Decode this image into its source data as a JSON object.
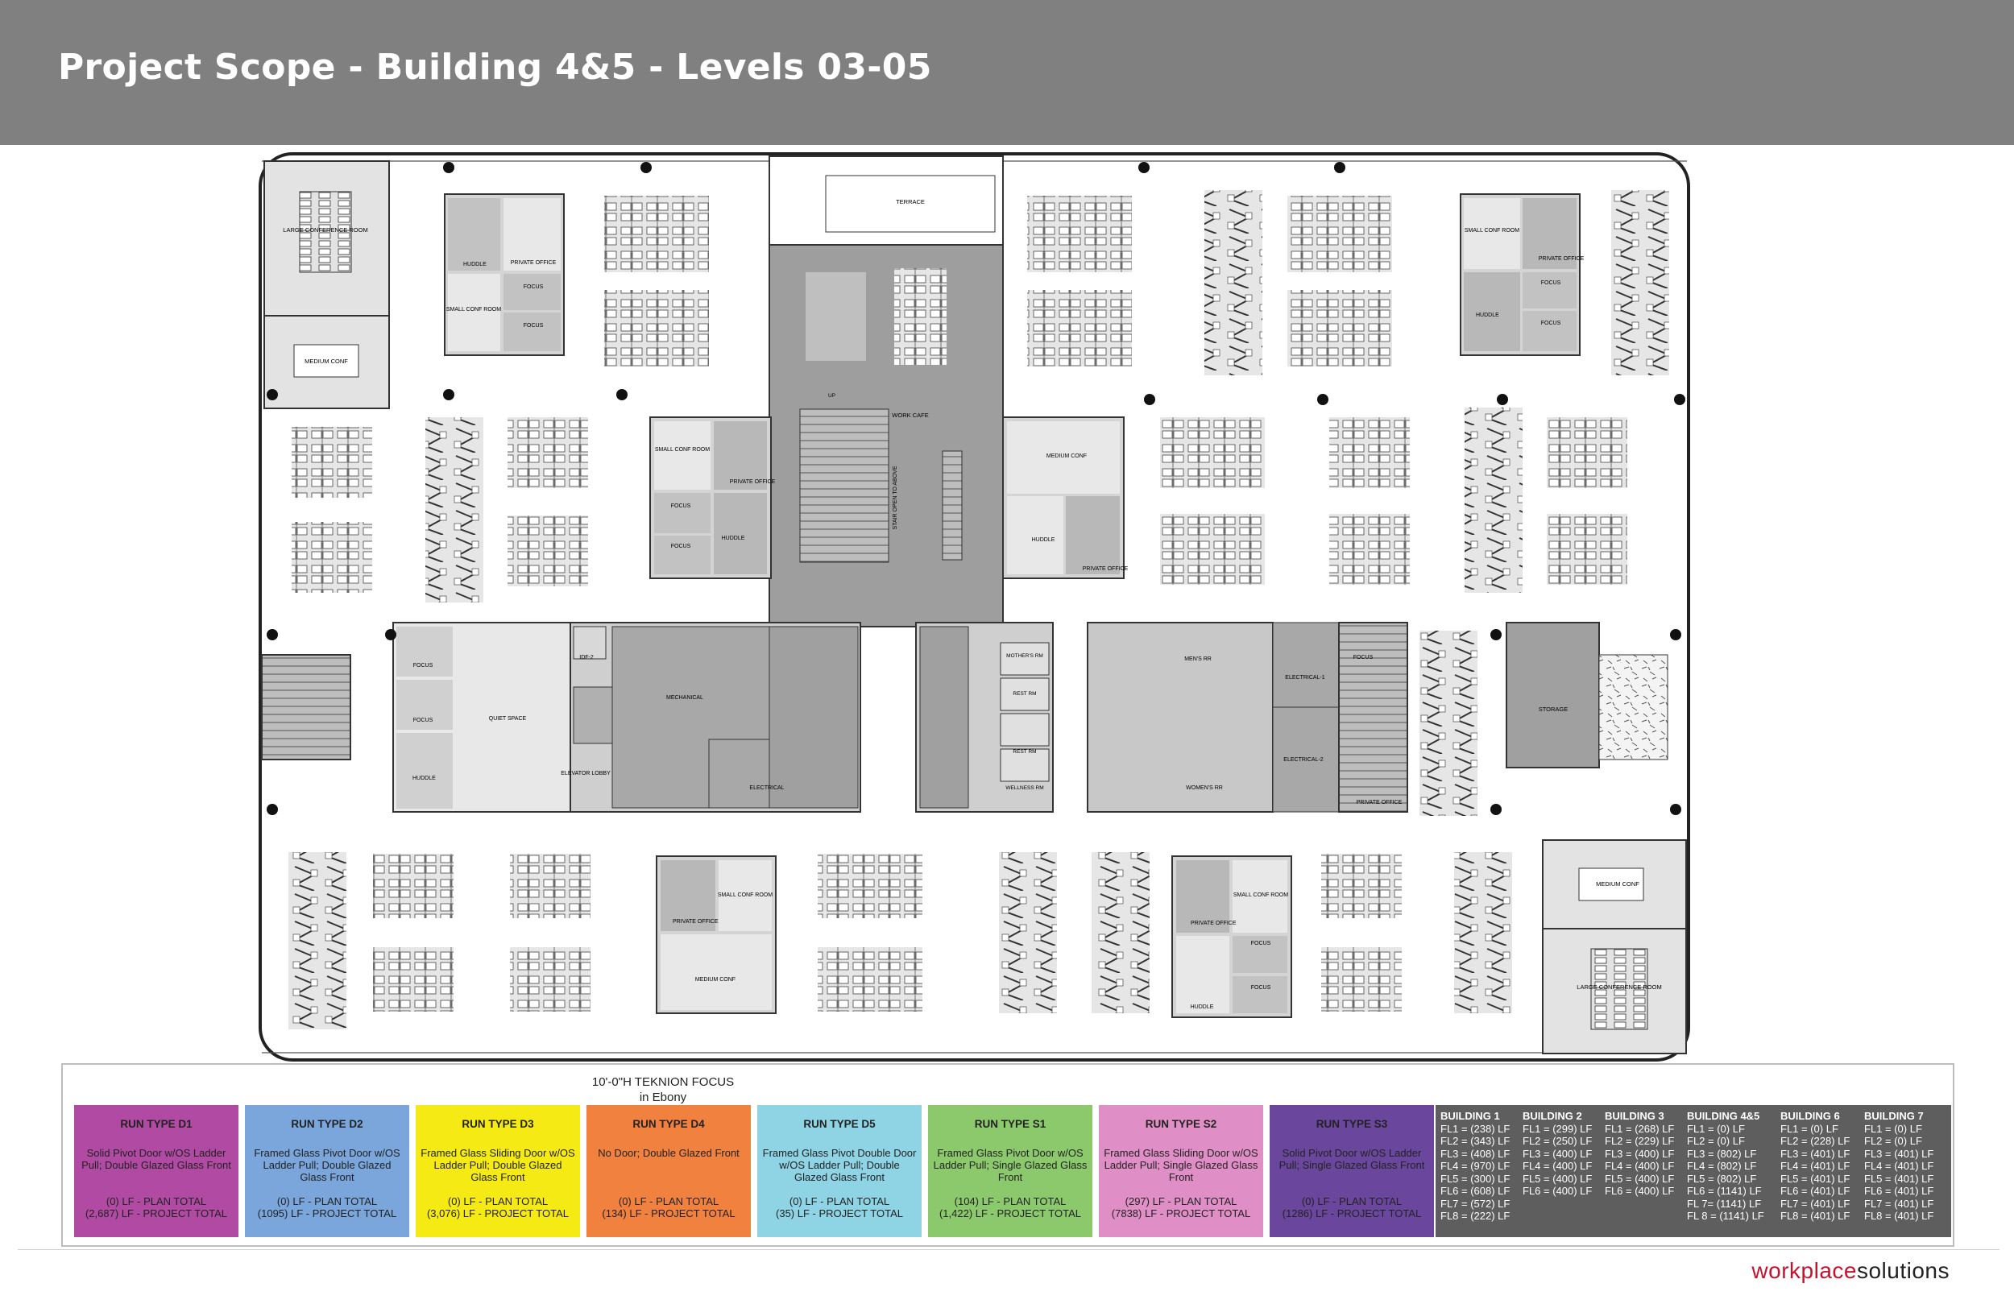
{
  "header": {
    "title": "Project Scope - Building 4&5 - Levels 03-05"
  },
  "plan": {
    "rooms": {
      "large_conf_nw": "LARGE CONFERENCE ROOM",
      "medium_conf_nw": "MEDIUM CONF",
      "huddle_1": "HUDDLE",
      "private_office_1": "PRIVATE OFFICE",
      "small_conf_1": "SMALL CONF ROOM",
      "focus_1a": "FOCUS",
      "focus_1b": "FOCUS",
      "terrace": "TERRACE",
      "work_cafe": "WORK CAFE",
      "stair": "STAIR OPEN TO ABOVE",
      "up": "UP",
      "small_conf_2": "SMALL CONF ROOM",
      "private_office_2": "PRIVATE OFFICE",
      "focus_2a": "FOCUS",
      "focus_2b": "FOCUS",
      "huddle_2": "HUDDLE",
      "medium_conf_2": "MEDIUM CONF",
      "huddle_3": "HUDDLE",
      "private_office_3": "PRIVATE OFFICE",
      "small_conf_ne": "SMALL CONF ROOM",
      "private_office_ne": "PRIVATE OFFICE",
      "focus_ne_a": "FOCUS",
      "focus_ne_b": "FOCUS",
      "huddle_ne": "HUDDLE",
      "focus_c1": "FOCUS",
      "focus_c2": "FOCUS",
      "huddle_c": "HUDDLE",
      "quiet_space": "QUIET SPACE",
      "idf": "IDF-2",
      "elevator_lobby": "ELEVATOR LOBBY",
      "mechanical": "MECHANICAL",
      "electrical": "ELECTRICAL",
      "mothers": "MOTHER'S RM",
      "rest_1": "REST RM",
      "rest_2": "REST RM",
      "wellness": "WELLNESS RM",
      "mens": "MEN'S RR",
      "womens": "WOMEN'S RR",
      "electrical_1": "ELECTRICAL-1",
      "electrical_2": "ELECTRICAL-2",
      "focus_e": "FOCUS",
      "private_office_e": "PRIVATE OFFICE",
      "storage": "STORAGE",
      "private_office_s1": "PRIVATE OFFICE",
      "small_conf_s1": "SMALL CONF ROOM",
      "medium_conf_s1": "MEDIUM CONF",
      "private_office_s2": "PRIVATE OFFICE",
      "small_conf_s2": "SMALL CONF ROOM",
      "focus_s2a": "FOCUS",
      "focus_s2b": "FOCUS",
      "huddle_s2": "HUDDLE",
      "medium_conf_se": "MEDIUM CONF",
      "large_conf_se": "LARGE CONFERENCE ROOM"
    }
  },
  "legend": {
    "title_line1": "10'-0\"H TEKNION FOCUS",
    "title_line2": "in Ebony",
    "runs": [
      {
        "name": "RUN TYPE D1",
        "color": "#b04aa3",
        "desc": "Solid Pivot Door w/OS Ladder Pull; Double Glazed Glass Front",
        "plan": "(0) LF - PLAN TOTAL",
        "project": "(2,687) LF - PROJECT TOTAL"
      },
      {
        "name": "RUN TYPE D2",
        "color": "#7aa6dc",
        "desc": "Framed Glass Pivot Door w/OS Ladder Pull; Double Glazed Glass Front",
        "plan": "(0) LF - PLAN TOTAL",
        "project": "(1095) LF - PROJECT TOTAL"
      },
      {
        "name": "RUN TYPE D3",
        "color": "#f5ea14",
        "desc": "Framed Glass Sliding Door w/OS Ladder Pull; Double Glazed Glass Front",
        "plan": "(0) LF - PLAN TOTAL",
        "project": "(3,076) LF - PROJECT TOTAL"
      },
      {
        "name": "RUN TYPE D4",
        "color": "#f1813f",
        "desc": "No Door; Double Glazed Front",
        "plan": "(0) LF - PLAN TOTAL",
        "project": "(134) LF - PROJECT TOTAL"
      },
      {
        "name": "RUN TYPE D5",
        "color": "#8fd4e4",
        "desc": "Framed Glass Pivot Double Door w/OS Ladder Pull; Double Glazed Glass Front",
        "plan": "(0) LF - PLAN TOTAL",
        "project": "(35) LF - PROJECT TOTAL"
      },
      {
        "name": "RUN TYPE S1",
        "color": "#8cc96c",
        "desc": "Framed Glass Pivot Door w/OS Ladder Pull; Single Glazed Glass Front",
        "plan": "(104) LF - PLAN TOTAL",
        "project": "(1,422) LF - PROJECT TOTAL"
      },
      {
        "name": "RUN TYPE S2",
        "color": "#e08fc6",
        "desc": "Framed Glass Sliding Door w/OS Ladder Pull; Single Glazed Glass Front",
        "plan": "(297) LF - PLAN TOTAL",
        "project": "(7838) LF - PROJECT TOTAL"
      },
      {
        "name": "RUN TYPE S3",
        "color": "#6a479c",
        "desc": "Solid Pivot Door w/OS Ladder Pull; Single Glazed Glass Front",
        "plan": "(0) LF - PLAN TOTAL",
        "project": "(1286) LF - PROJECT TOTAL"
      }
    ],
    "buildings": [
      {
        "name": "BUILDING 1",
        "rows": [
          "FL1 = (238) LF",
          "FL2 = (343) LF",
          "FL3 = (408) LF",
          "FL4 = (970) LF",
          "FL5 = (300) LF",
          "FL6 = (608) LF",
          "FL7 = (572) LF",
          "FL8 = (222) LF"
        ]
      },
      {
        "name": "BUILDING 2",
        "rows": [
          "FL1 = (299) LF",
          "FL2 = (250) LF",
          "FL3 = (400) LF",
          "FL4 = (400) LF",
          "FL5 = (400) LF",
          "FL6 = (400) LF"
        ]
      },
      {
        "name": "BUILDING 3",
        "rows": [
          "FL1 = (268) LF",
          "FL2 = (229) LF",
          "FL3 = (400) LF",
          "FL4 = (400) LF",
          "FL5 = (400) LF",
          "FL6 = (400) LF"
        ]
      },
      {
        "name": "BUILDING 4&5",
        "rows": [
          "FL1 = (0) LF",
          "FL2 = (0) LF",
          "FL3 = (802) LF",
          "FL4 = (802) LF",
          "FL5 = (802) LF",
          "FL6 = (1141) LF",
          "FL 7= (1141) LF",
          "FL 8 = (1141) LF"
        ]
      },
      {
        "name": "BUILDING 6",
        "rows": [
          "FL1 = (0) LF",
          "FL2 = (228) LF",
          "FL3 = (401) LF",
          "FL4 = (401) LF",
          "FL5 = (401) LF",
          "FL6 = (401) LF",
          "FL7 = (401) LF",
          "FL8 = (401) LF"
        ]
      },
      {
        "name": "BUILDING 7",
        "rows": [
          "FL1 = (0) LF",
          "FL2 = (0) LF",
          "FL3 = (401) LF",
          "FL4 = (401) LF",
          "FL5 = (401) LF",
          "FL6 = (401) LF",
          "FL7 = (401) LF",
          "FL8 = (401) LF"
        ]
      }
    ]
  },
  "brand": {
    "part1": "workplace",
    "part2": "solutions"
  }
}
